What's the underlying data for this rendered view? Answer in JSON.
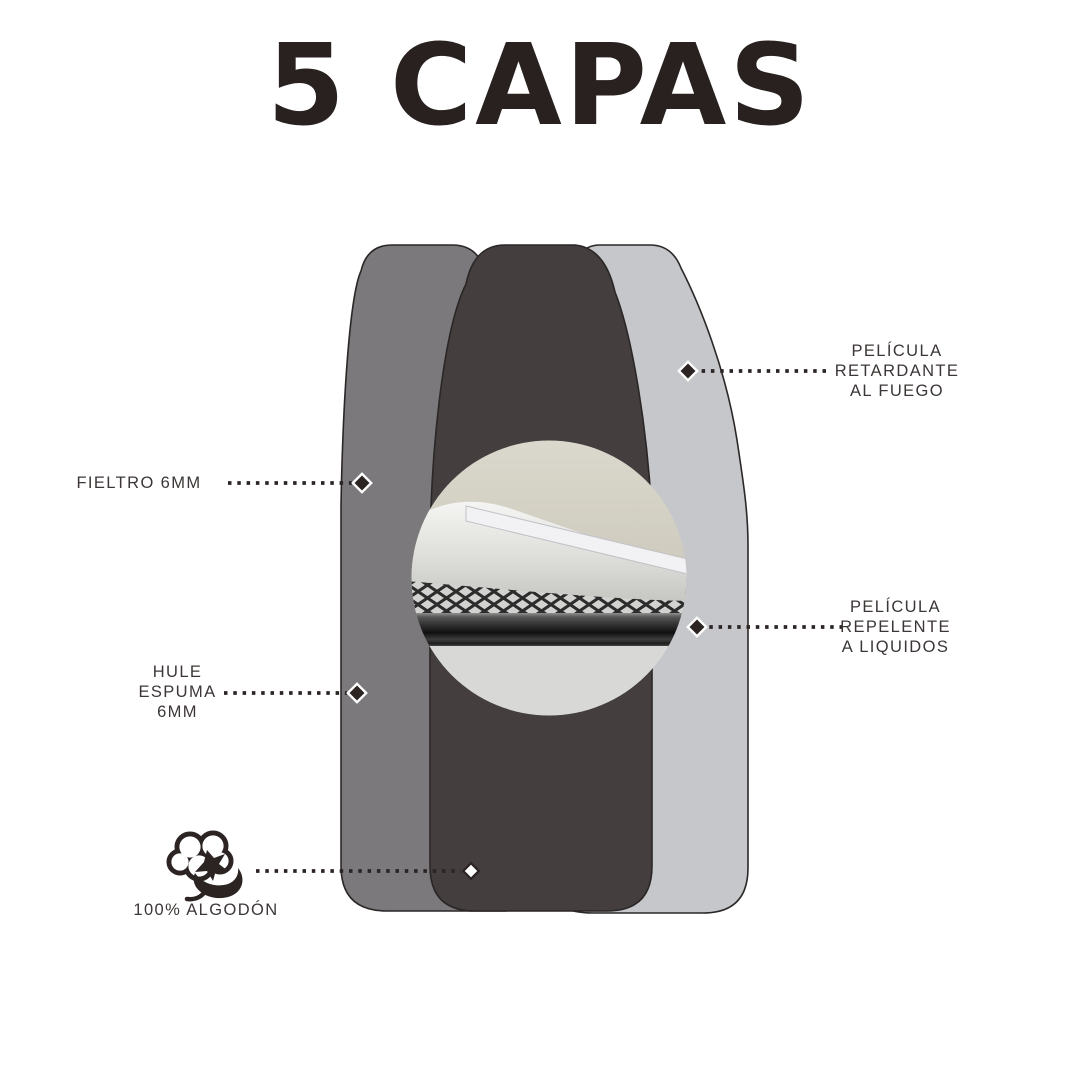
{
  "title": "5 CAPAS",
  "layers": {
    "fire_retardant": {
      "lines": [
        "PELÍCULA",
        "RETARDANTE",
        "AL FUEGO"
      ]
    },
    "felt": {
      "lines": [
        "FIELTRO 6MM"
      ]
    },
    "liquid_repellent": {
      "lines": [
        "PELÍCULA",
        "REPELENTE",
        "A LIQUIDOS"
      ]
    },
    "foam": {
      "lines": [
        "HULE",
        "ESPUMA",
        "6MM"
      ]
    },
    "cotton": {
      "lines": [
        "100% ALGODÓN"
      ]
    }
  },
  "colors": {
    "background": "#ffffff",
    "title_text": "#282120",
    "label_text": "#3c3736",
    "board_left": "#7b797b",
    "board_center": "#443e3f",
    "board_right": "#c5c7cb",
    "board_outline": "#2b2727",
    "marker_dark": "#2b2423",
    "marker_light": "#ffffff"
  }
}
